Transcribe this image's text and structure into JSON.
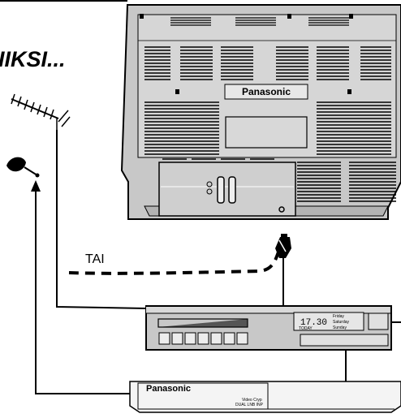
{
  "title": "IIKSI...",
  "connection_label": "TAI",
  "tv": {
    "brand": "Panasonic"
  },
  "receiver": {
    "clock": "17.30",
    "clock_sub": "TODAY",
    "days": [
      "Friday",
      "Saturday",
      "Sunday"
    ]
  },
  "vcr": {
    "brand": "Panasonic",
    "model_line1": "Video Cryp",
    "model_line2": "DUAL LNB INP"
  },
  "icons": {
    "antenna": "terrestrial-antenna-icon",
    "dish": "satellite-dish-icon",
    "plug": "scart-plug-icon"
  }
}
